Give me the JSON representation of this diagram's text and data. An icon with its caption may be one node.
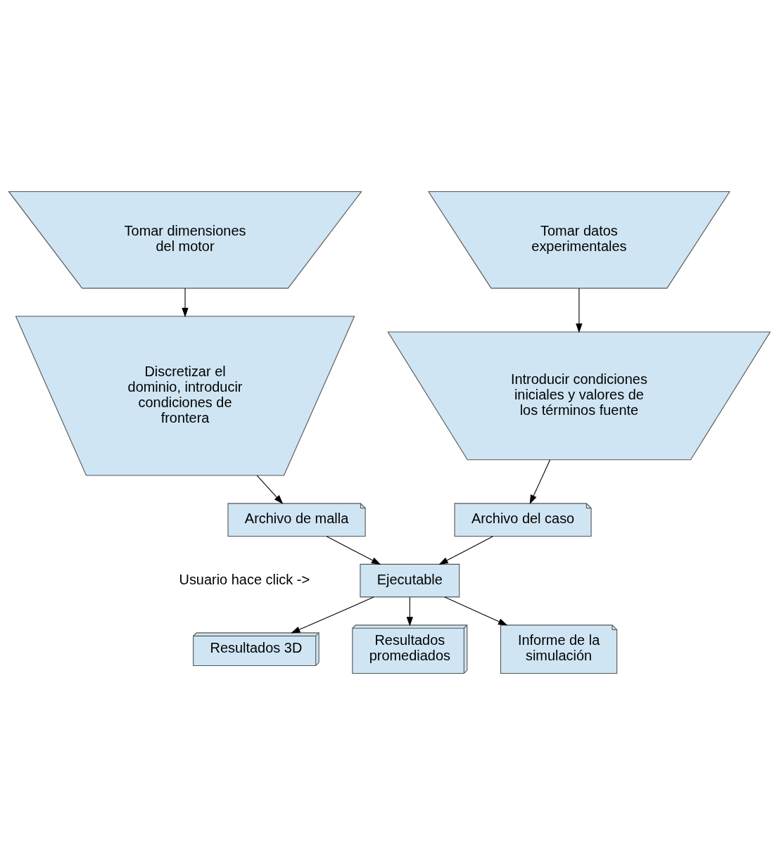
{
  "diagram": {
    "nodes": [
      {
        "text": [
          "Tomar dimensiones del motor"
        ]
      },
      {
        "text": [
          "Discretizar el dominio, introducir condiciones de frontera"
        ]
      },
      {
        "text": [
          "Archivo de malla"
        ]
      },
      {
        "text": [
          "Tomar datos experimentales"
        ]
      },
      {
        "text": [
          "Introducir condiciones iniciales y valores de los términos fuente"
        ]
      },
      {
        "text": [
          "Archivo del caso"
        ]
      },
      {
        "text": [
          "Ejecutable"
        ]
      },
      {
        "text": [
          "Resultados 3D"
        ]
      },
      {
        "text": [
          "Resultados promediados"
        ]
      },
      {
        "text": [
          "Informe de la simulación"
        ]
      }
    ],
    "edges": [
      {
        "from": 0,
        "to": 1,
        "arrow": "to"
      },
      {
        "from": 1,
        "to": 2,
        "arrow": "to"
      },
      {
        "from": 3,
        "to": 4,
        "arrow": "to"
      },
      {
        "from": 4,
        "to": 5,
        "arrow": "to"
      },
      {
        "from": 2,
        "to": 6,
        "arrow": "to"
      },
      {
        "from": 5,
        "to": 6,
        "arrow": "to"
      },
      {
        "from": 6,
        "to": 7,
        "arrow": "to"
      },
      {
        "from": 6,
        "to": 8,
        "arrow": "to"
      },
      {
        "from": 6,
        "to": 9,
        "arrow": "to"
      }
    ],
    "labels": [
      "Usuario hace click ->"
    ]
  }
}
